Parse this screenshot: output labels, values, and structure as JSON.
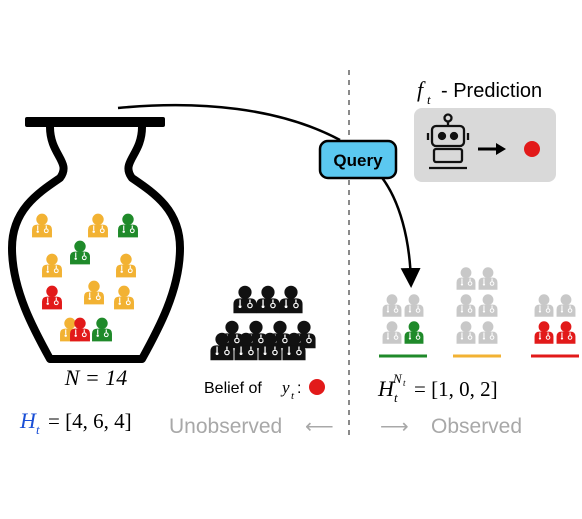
{
  "prediction": {
    "label": "- Prediction",
    "f": "f",
    "sub": "t"
  },
  "query": {
    "label": "Query"
  },
  "vase": {
    "n_label": "N = 14",
    "h_label": "H",
    "h_sub": "t",
    "h_value": "= [4, 6, 4]",
    "patients": [
      {
        "color": "yellow"
      },
      {
        "color": "yellow"
      },
      {
        "color": "green"
      },
      {
        "color": "green"
      },
      {
        "color": "yellow"
      },
      {
        "color": "yellow"
      },
      {
        "color": "yellow"
      },
      {
        "color": "red"
      },
      {
        "color": "yellow"
      },
      {
        "color": "yellow"
      },
      {
        "color": "green"
      },
      {
        "color": "red"
      }
    ]
  },
  "belief": {
    "label": "Belief of",
    "y": "y",
    "sub": "t",
    "colon": ":"
  },
  "observed": {
    "h_label": "H",
    "h_sub": "t",
    "h_sup": "N",
    "h_sup_sub": "t",
    "h_value": "= [1, 0, 2]",
    "groups": [
      {
        "color": "green",
        "count": 1
      },
      {
        "color": "yellow",
        "count": 0
      },
      {
        "color": "red",
        "count": 2
      }
    ]
  },
  "labels": {
    "unobserved": "Unobserved",
    "unobserved_arrow": "⟵",
    "observed": "Observed",
    "observed_arrow": "⟶"
  },
  "colors": {
    "yellow": "#f2b233",
    "green": "#1f8a2a",
    "red": "#e21a1a",
    "gray": "#c8c8c8",
    "black": "#111111",
    "query_fill": "#5bc8f0",
    "blue": "#1a4fd6",
    "muted_text": "#a8a8a8",
    "pred_box": "#d9d9d9"
  }
}
